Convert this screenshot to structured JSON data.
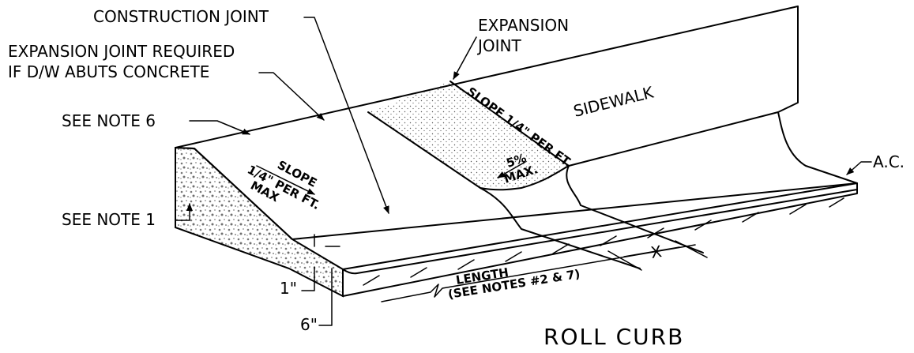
{
  "title": "ROLL CURB",
  "labels": {
    "construction_joint": "CONSTRUCTION JOINT",
    "expansion_joint_line1": "EXPANSION",
    "expansion_joint_line2": "JOINT",
    "exp_required_line1": "EXPANSION JOINT REQUIRED",
    "exp_required_line2": "IF D/W ABUTS CONCRETE",
    "see_note_6": "SEE NOTE 6",
    "see_note_1": "SEE NOTE 1",
    "sidewalk": "SIDEWALK",
    "ac": "A.C.",
    "slope_top": "SLOPE 1/4\" PER FT.",
    "slope_left_line1": "SLOPE",
    "slope_left_line2": "1/4\" PER FT.",
    "slope_left_line3": "MAX",
    "grade_pct": "5%",
    "grade_max": "MAX.",
    "dim_1": "1\"",
    "dim_6": "6\"",
    "dim_x": "X",
    "length_line1": "LENGTH",
    "length_line2": "(SEE NOTES #2 & 7)"
  }
}
